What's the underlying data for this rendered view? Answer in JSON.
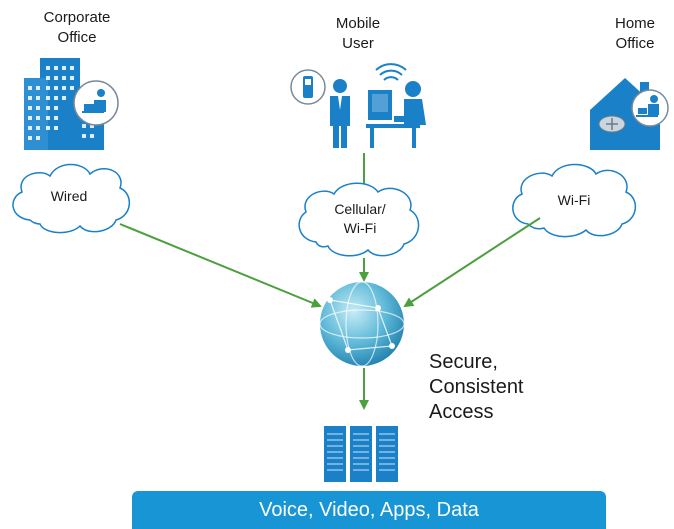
{
  "locations": {
    "corporate": {
      "line1": "Corporate",
      "line2": "Office"
    },
    "mobile": {
      "line1": "Mobile",
      "line2": "User"
    },
    "home": {
      "line1": "Home",
      "line2": "Office"
    }
  },
  "connections": {
    "wired": "Wired",
    "cellular_line1": "Cellular/",
    "cellular_line2": "Wi-Fi",
    "wifi": "Wi-Fi"
  },
  "access_text": [
    "Secure,",
    "Consistent",
    "Access"
  ],
  "services_bar": "Voice, Video, Apps, Data",
  "colors": {
    "blue": "#1a80c8",
    "accent": "#1795d4",
    "arrow": "#4aa03c",
    "cloud_stroke": "#1a80c8"
  }
}
